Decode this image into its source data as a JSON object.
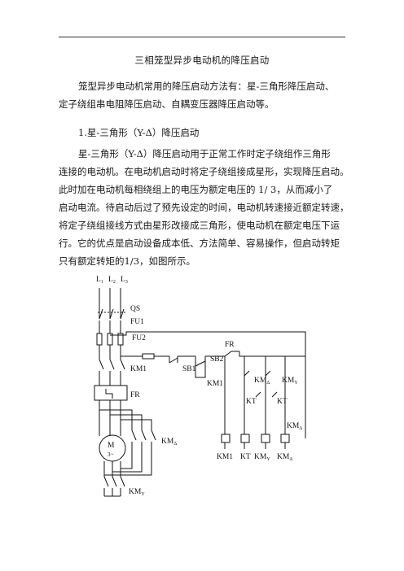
{
  "document": {
    "title": "三相笼型异步电动机的降压启动",
    "intro": [
      "笼型异步电动机常用的降压启动方法有：星-三角形降压启动、",
      "定子绕组串电阻降压启动、自耦变压器降压启动等。"
    ],
    "section_heading": "1.星-三角形（Y-Δ）降压启动",
    "body_lines": [
      "星-三角形（Y-Δ）降压启动用于正常工作时定子绕组作三角形",
      "连接的电动机。在电动机启动时将定子绕组接成星形，实现降压启动。",
      "此时加在电动机每相绕组上的电压为额定电压的 1/ 3，从而减小了",
      "启动电流。待启动后过了预先设定的时间，电动机转速接近额定转速，",
      "将定子绕组接线方式由星形改接成三角形，使电动机在额定电压下运",
      "行。它的优点是启动设备成本低、方法简单、容易操作，但启动转矩",
      "只有额定转矩的1/3，如图所示。"
    ]
  },
  "diagram": {
    "labels": {
      "L1": "L",
      "L1_sub": "1",
      "L2": "L",
      "L2_sub": "2",
      "L3": "L",
      "L3_sub": "3",
      "QS": "QS",
      "FU1": "FU1",
      "FU2": "FU2",
      "KM1": "KM1",
      "FR": "FR",
      "M": "M",
      "M_sub": "3~",
      "KM_delta": "KM",
      "KM_y": "KM",
      "delta": "Δ",
      "y": "Y",
      "SB1": "SB1",
      "SB2": "SB2",
      "KT": "KT",
      "KT2": "KT"
    },
    "coil_labels": [
      "KM1",
      "KT",
      "KM",
      "KM"
    ],
    "coil_subs": [
      "",
      "",
      "Y",
      "Δ"
    ]
  }
}
